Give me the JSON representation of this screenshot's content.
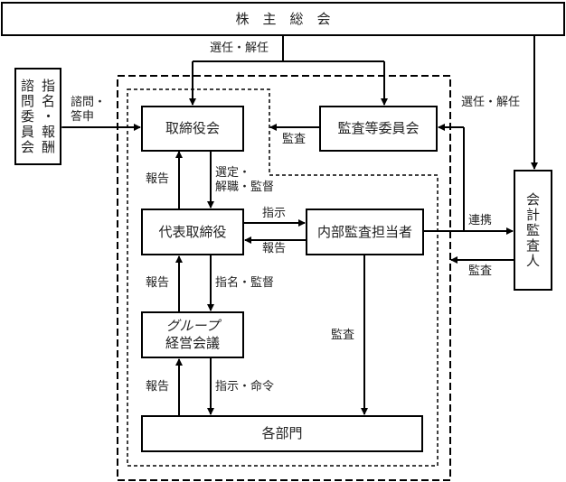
{
  "nodes": {
    "shareholders": "株　主　総　会",
    "board": "取締役会",
    "audit_committee": "監査等委員会",
    "ceo": "代表取締役",
    "internal_audit": "内部監査担当者",
    "group_meeting_line1": "グループ",
    "group_meeting_line2": "経営会議",
    "departments": "各部門",
    "accounting_auditor": "会計監査人",
    "nomination_committee_col1": "指名・報酬",
    "nomination_committee_col2": "諮問委員会"
  },
  "edges": {
    "appoint_dismiss_top": "選任・解任",
    "appoint_dismiss_right": "選任・解任",
    "consult_line1": "諮問・",
    "consult_line2": "答申",
    "audit_to_board": "監査",
    "report_ceo_to_board": "報告",
    "select_line1": "選定・",
    "select_line2": "解職・監督",
    "instruct": "指示",
    "report_ia_to_ceo": "報告",
    "report_group_to_ceo": "報告",
    "nominate_supervise": "指名・監督",
    "audit_ia_to_depts": "監査",
    "report_depts_to_group": "報告",
    "instruct_order": "指示・命令",
    "coordination": "連携",
    "audit_by_accountant": "監査"
  }
}
